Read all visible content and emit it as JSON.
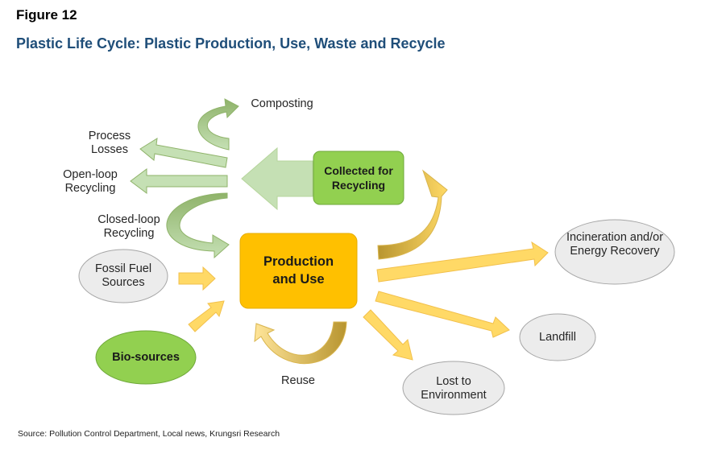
{
  "figure_label": "Figure 12",
  "title": "Plastic Life Cycle: Plastic Production, Use, Waste and Recycle",
  "nodes": {
    "production": "Production and Use",
    "collected": "Collected for Recycling",
    "fossil": "Fossil Fuel Sources",
    "bio": "Bio-sources",
    "incineration": "Incineration and/or Energy Recovery",
    "landfill": "Landfill",
    "lost": "Lost to Environment",
    "composting": "Composting",
    "process_losses": "Process Losses",
    "open_loop": "Open-loop Recycling",
    "closed_loop": "Closed-loop Recycling",
    "reuse": "Reuse"
  },
  "source": "Source: Pollution Control Department, Local news,  Krungsri Research",
  "colors": {
    "title": "#1f4e79",
    "production_fill": "#ffc000",
    "collected_fill": "#92d050",
    "bio_fill": "#92d050",
    "grey_node": "#ececec",
    "yellow_arrow": "#ffd966",
    "green_arrow": "#c5e0b4",
    "dark_green_arrow": "#a9c38a",
    "dark_gold_arrow": "#c9a54b"
  }
}
